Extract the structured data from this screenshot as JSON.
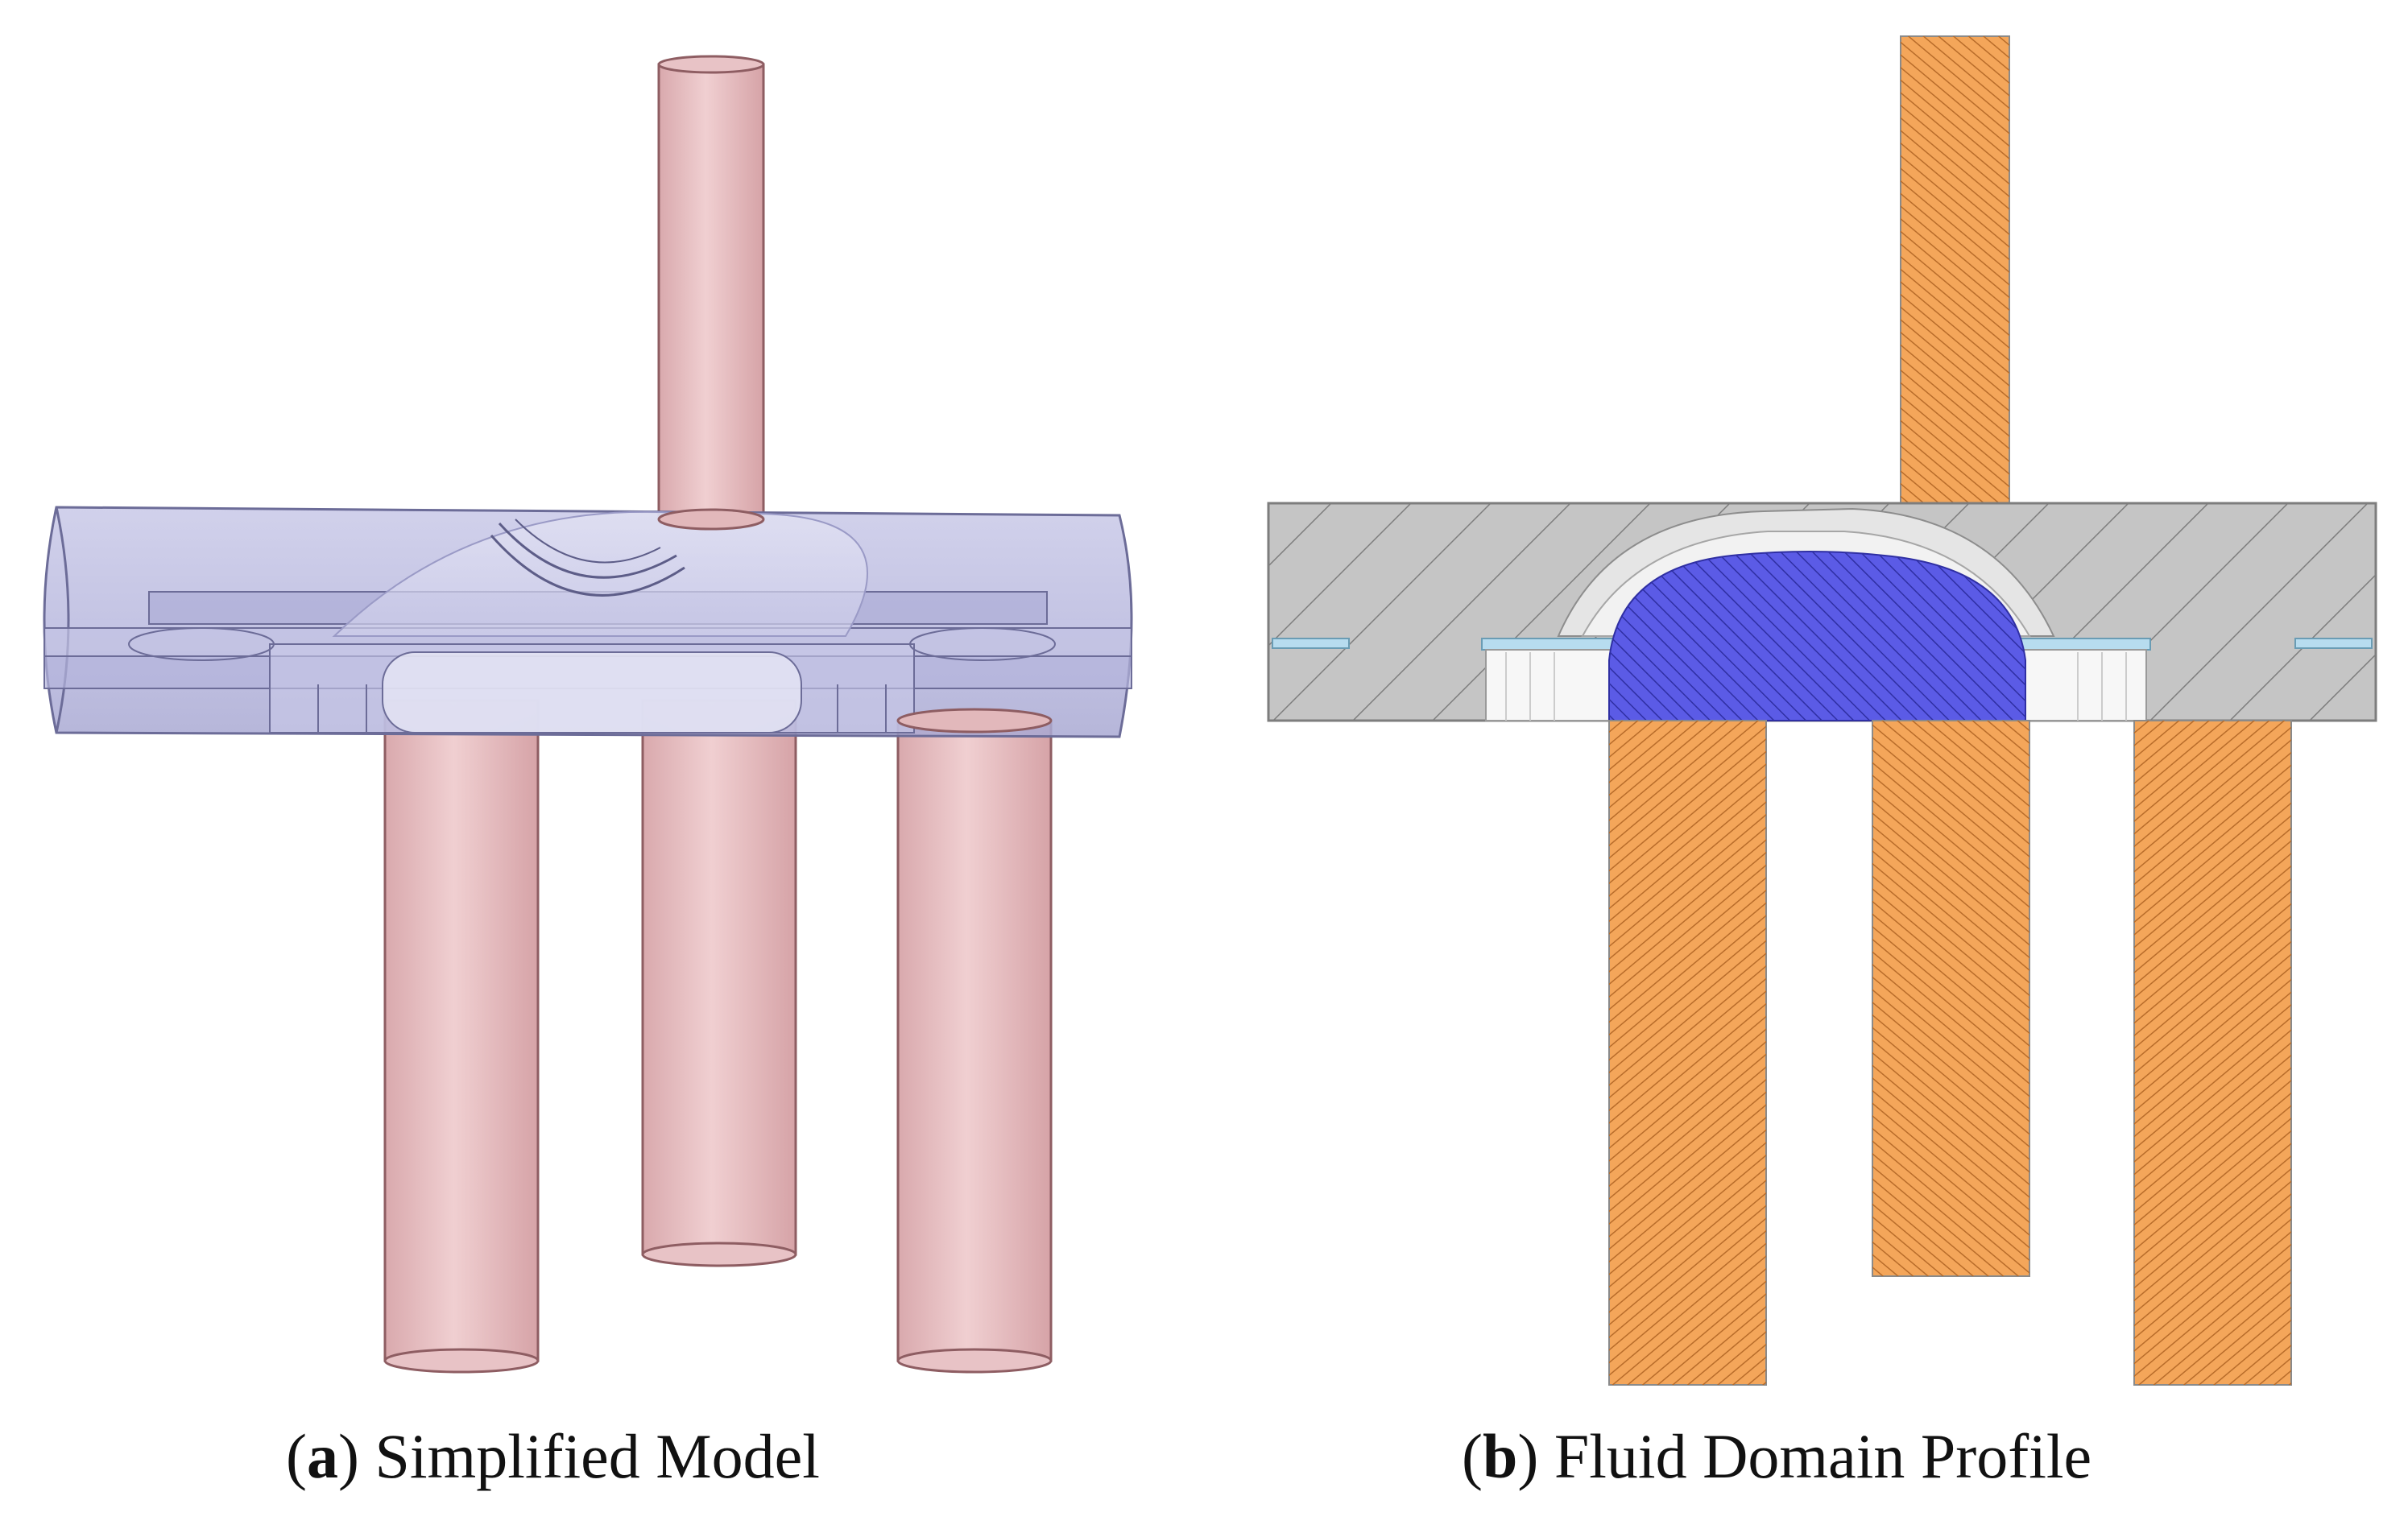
{
  "panels": [
    {
      "id": "a",
      "letter": "a",
      "title": "Simplified Model",
      "colors": {
        "housing_fill": "#b7b7dc",
        "housing_stroke": "#6c6c98",
        "pipe_fill": "#e2b8bb",
        "pipe_stroke": "#8e5d62"
      }
    },
    {
      "id": "b",
      "letter": "b",
      "title": "Fluid Domain Profile",
      "colors": {
        "solid_fill": "#c5c5c5",
        "solid_hatch": "#7d7d7d",
        "fluid_fill": "#f4a65a",
        "fluid_hatch": "#b86c2a",
        "chamber_fill": "#5b5be6",
        "chamber_hatch": "#2f2fa3",
        "gap_fill": "#b7dcef"
      }
    }
  ],
  "caption_open": "(",
  "caption_close": ")"
}
